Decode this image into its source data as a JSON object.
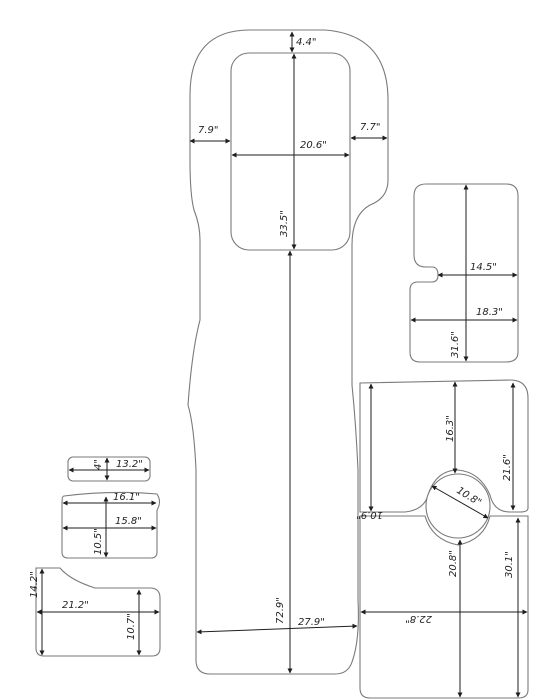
{
  "labels": {
    "top_clearance": "4.4\"",
    "left_margin": "7.9\"",
    "right_margin": "7.7\"",
    "cutout_width": "20.6\"",
    "cutout_height": "33.5\"",
    "main_length": "72.9\"",
    "main_width": "27.9\"",
    "hatch_width_top": "14.5\"",
    "hatch_width_bottom": "18.3\"",
    "hatch_height": "31.6\"",
    "big_top_height": "16.3\"",
    "big_right_height": "21.6\"",
    "big_left_height": "10.9\"",
    "circle_diameter": "10.8\"",
    "big_mid_height": "20.8\"",
    "big_lower_right_height": "30.1\"",
    "big_bottom_width": "22.8\"",
    "small1_height": "4\"",
    "small1_width": "13.2\"",
    "small2_width_top": "16.1\"",
    "small2_width": "15.8\"",
    "small2_height": "10.5\"",
    "small3_left_height": "14.2\"",
    "small3_width": "21.2\"",
    "small3_right_height": "10.7\""
  }
}
